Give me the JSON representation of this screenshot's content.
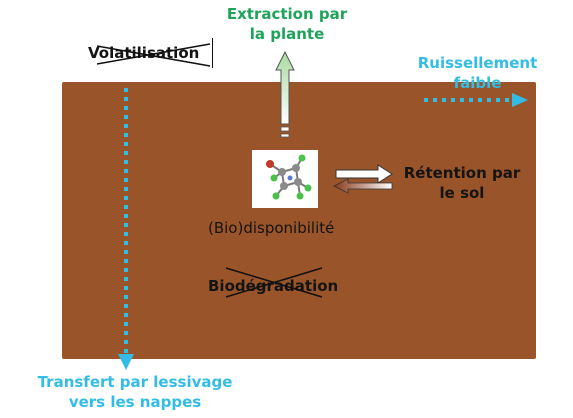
{
  "labels": {
    "extraction": [
      "Extraction par",
      "la plante"
    ],
    "ruissellement": [
      "Ruissellement",
      "faible"
    ],
    "volatilisation": "Volatilisation",
    "retention": [
      "Rétention par",
      "le sol"
    ],
    "biodisponibilite": "(Bio)disponibilité",
    "biodegradation": "Biodégradation",
    "transfert": [
      "Transfert par lessivage",
      "vers les nappes"
    ]
  },
  "icons": {
    "molecule": "molecule-icon",
    "up-arrow": "up-arrow-icon",
    "retention-arrows": "double-arrow-icon",
    "down-arrow": "dotted-down-arrow-icon",
    "runoff-arrow": "dotted-right-arrow-icon"
  },
  "colors": {
    "soil": "#9a542a",
    "green": "#1fa35a",
    "cyan": "#33bde6",
    "dark": "#141414"
  }
}
